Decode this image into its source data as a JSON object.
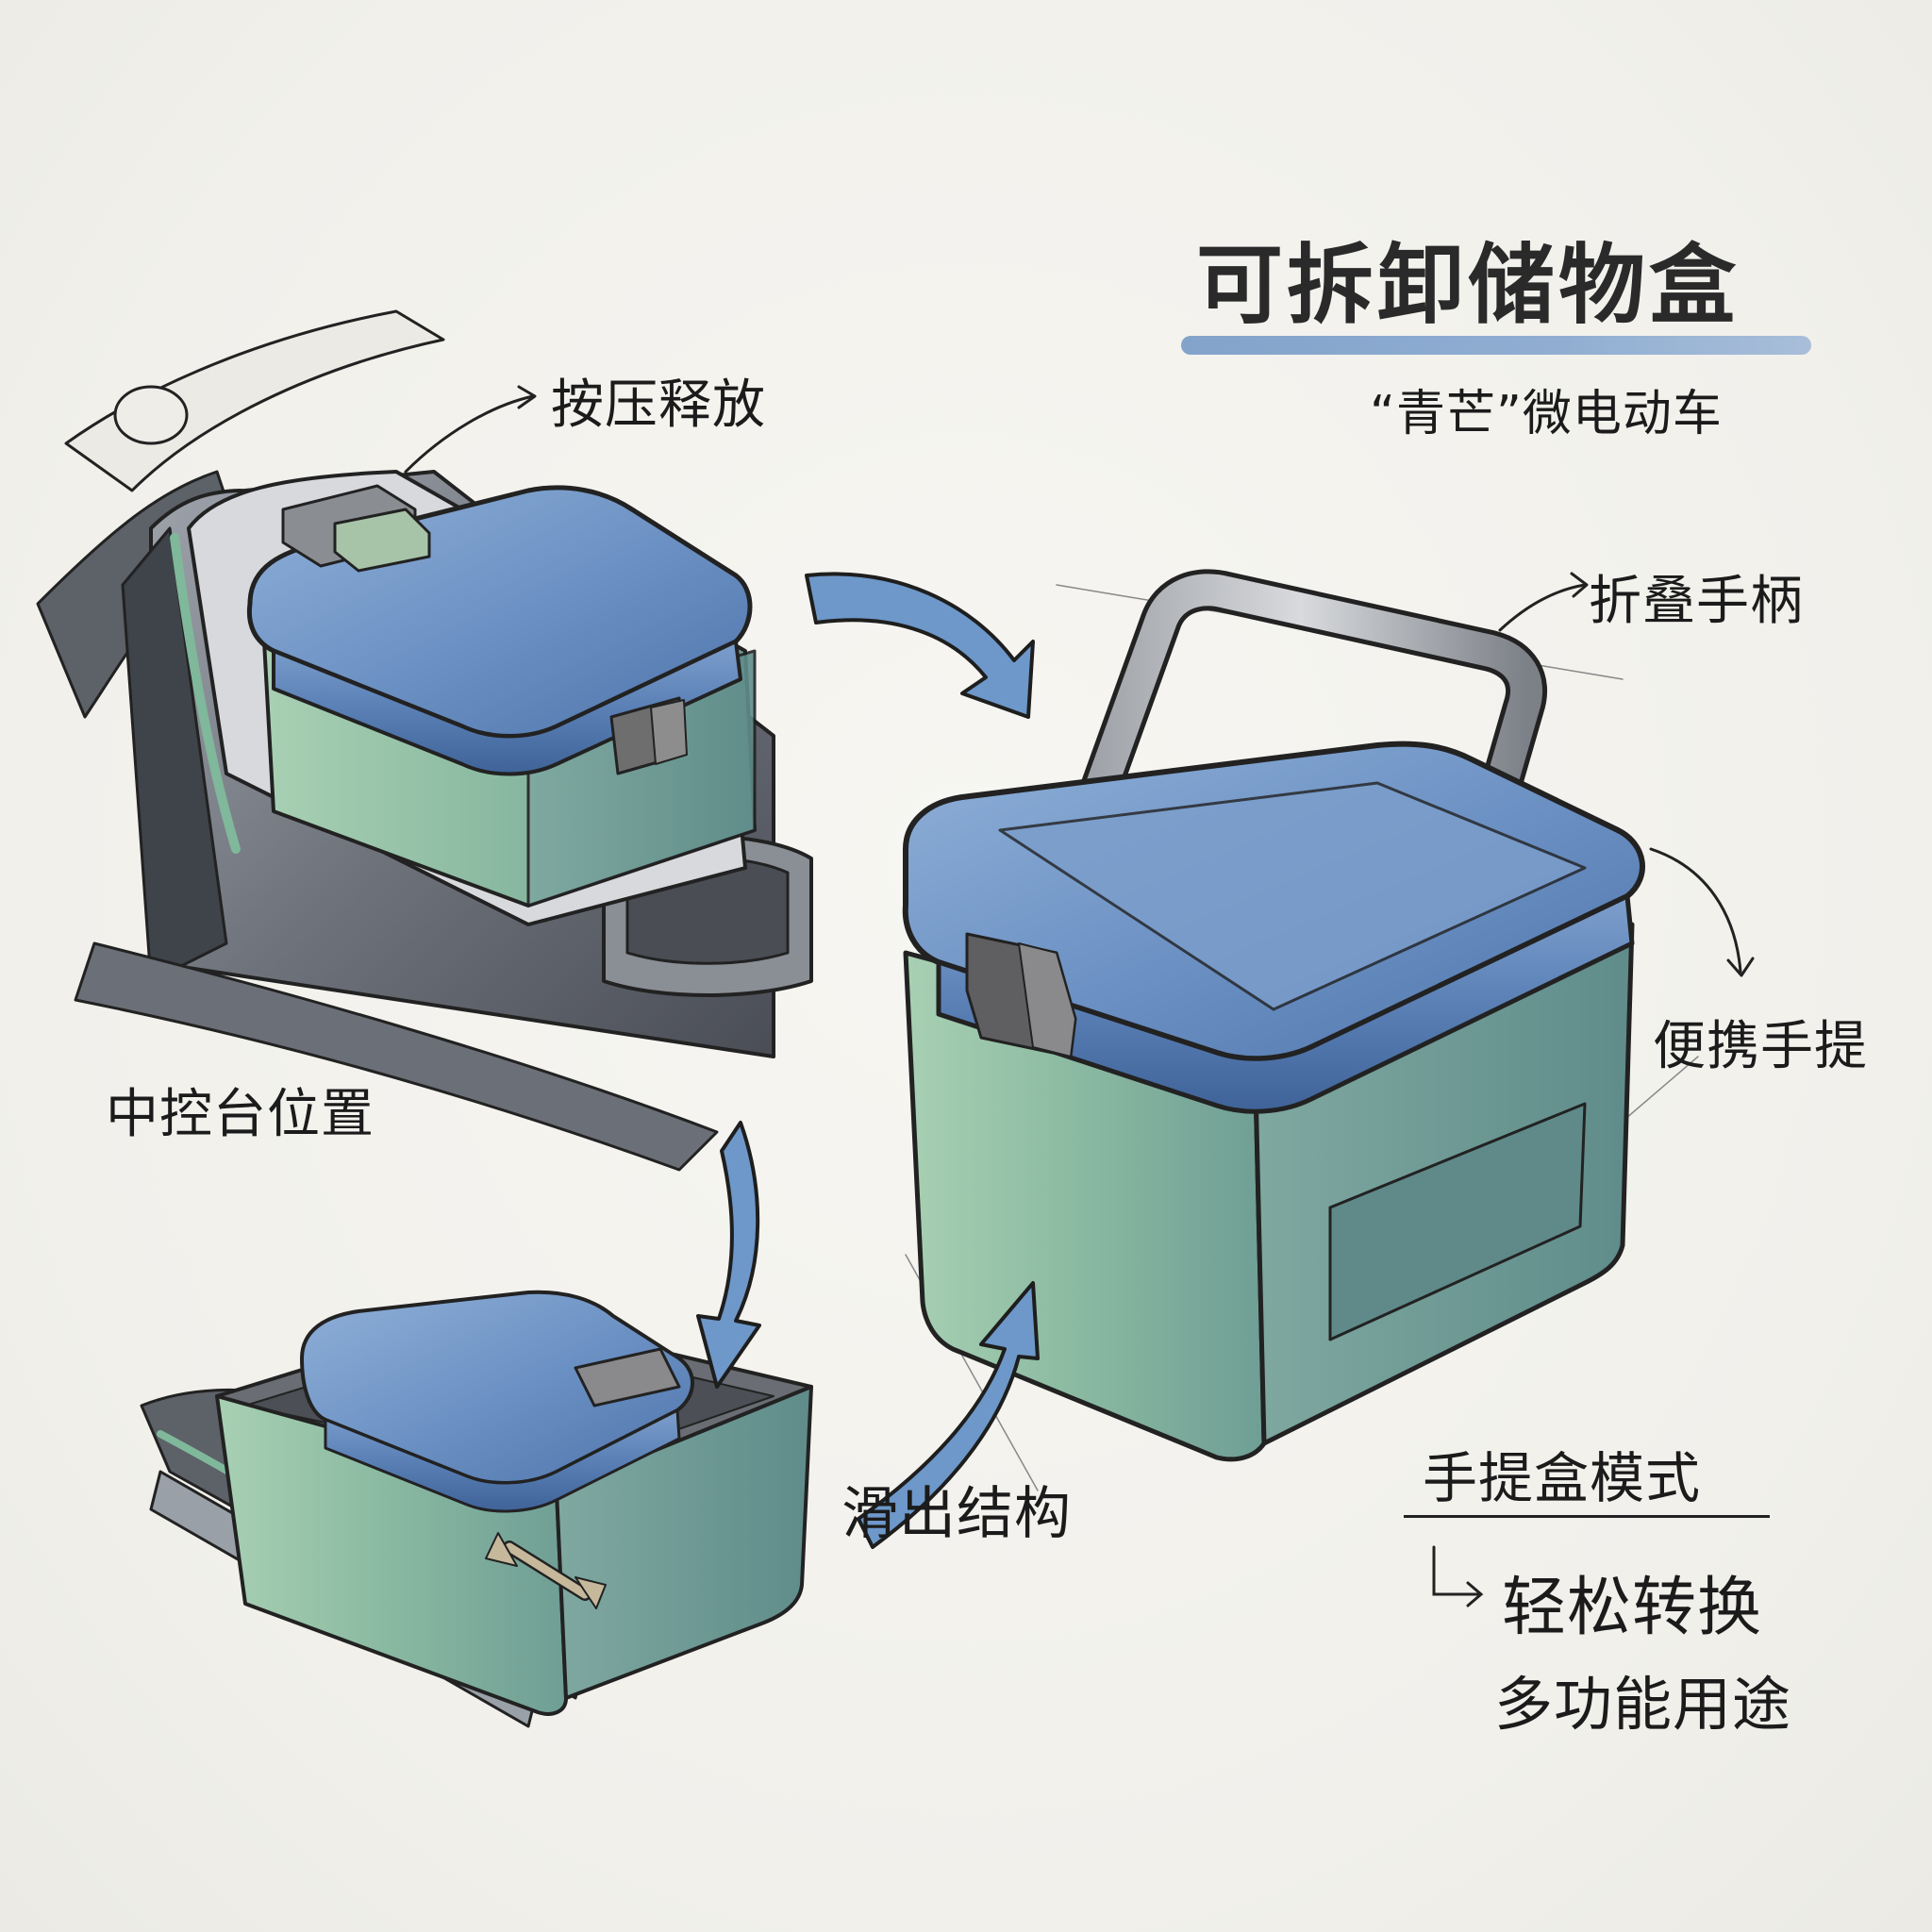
{
  "title": "可拆卸储物盒",
  "subtitle": "“青芒”微电动车",
  "labels": {
    "press_release": "按压释放",
    "console_position": "中控台位置",
    "folding_handle": "折叠手柄",
    "portable_carry": "便携手提",
    "slide_structure": "滑出结构",
    "handbox_mode": "手提盒模式",
    "easy_switch": "轻松转换",
    "multi_purpose": "多功能用途"
  },
  "colors": {
    "lid_blue": "#4f76ad",
    "body_green": "#8cb8a4",
    "arrow_blue": "#6d98c9",
    "ink": "#1e1e1e",
    "latch_gray": "#6e6e6e"
  },
  "icons": [
    "arrow-right-curve",
    "arrow-down-curve",
    "arrow-up-curve",
    "double-arrow-icon"
  ]
}
